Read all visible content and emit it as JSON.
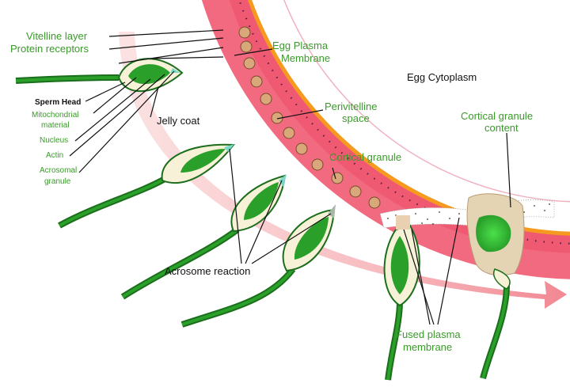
{
  "labels": {
    "vitelline_layer": "Vitelline layer",
    "protein_receptors": "Protein receptors",
    "egg_plasma_membrane_1": "Egg Plasma",
    "egg_plasma_membrane_2": "Membrane",
    "egg_cytoplasm": "Egg Cytoplasm",
    "sperm_head": "Sperm Head",
    "mitochondrial_material_1": "Mitochondrial",
    "mitochondrial_material_2": "material",
    "nucleus": "Nucleus",
    "actin": "Actin",
    "acrosomal_granule_1": "Acrosomal",
    "acrosomal_granule_2": "granule",
    "jelly_coat": "Jelly coat",
    "perivitelline_space_1": "Perivitelline",
    "perivitelline_space_2": "space",
    "cortical_granule": "Cortical granule",
    "cortical_granule_content_1": "Cortical granule",
    "cortical_granule_content_2": "content",
    "acrosome_reaction": "Acrosome reaction",
    "fused_plasma_membrane_1": "Fused plasma",
    "fused_plasma_membrane_2": "membrane"
  },
  "colors": {
    "jelly_coat": "#f0607a",
    "vitelline": "#e8323f",
    "plasma_membrane": "#f59a1e",
    "sperm_green": "#2aa02a",
    "sperm_dark": "#1b6e1b",
    "label_green": "#3a9a2a",
    "granule": "#d9a87a",
    "arrow": "#f4a0a8"
  }
}
